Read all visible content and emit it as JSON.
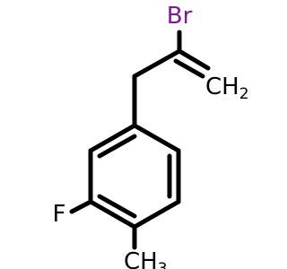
{
  "molecule": {
    "colors": {
      "bond": "#000000",
      "bromine": "#7a1e8c",
      "fluorine": "#000000",
      "carbon": "#000000"
    },
    "labels": {
      "bromine": "Br",
      "fluorine": "F",
      "methylene": "CH",
      "methylene_sub": "2",
      "methyl": "CH",
      "methyl_sub": "3"
    }
  }
}
